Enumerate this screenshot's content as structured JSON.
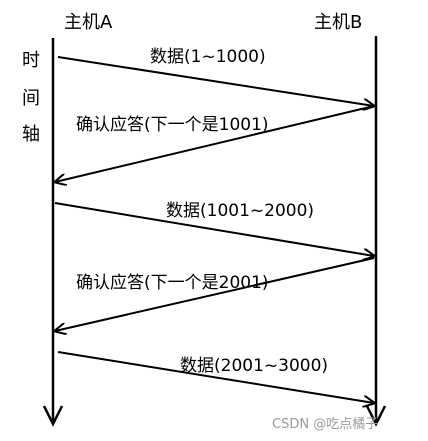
{
  "hosts": {
    "a_label": "主机A",
    "b_label": "主机B"
  },
  "time_axis": [
    "时",
    "间",
    "轴"
  ],
  "messages": [
    {
      "text": "数据(1~1000)",
      "direction": "A-to-B"
    },
    {
      "text": "确认应答(下一个是1001)",
      "direction": "B-to-A"
    },
    {
      "text": "数据(1001~2000)",
      "direction": "A-to-B"
    },
    {
      "text": "确认应答(下一个是2001)",
      "direction": "B-to-A"
    },
    {
      "text": "数据(2001~3000)",
      "direction": "A-to-B"
    }
  ],
  "watermark": "CSDN @吃点橘子",
  "colors": {
    "line": "#000000",
    "watermark": "#9a9a9a"
  }
}
